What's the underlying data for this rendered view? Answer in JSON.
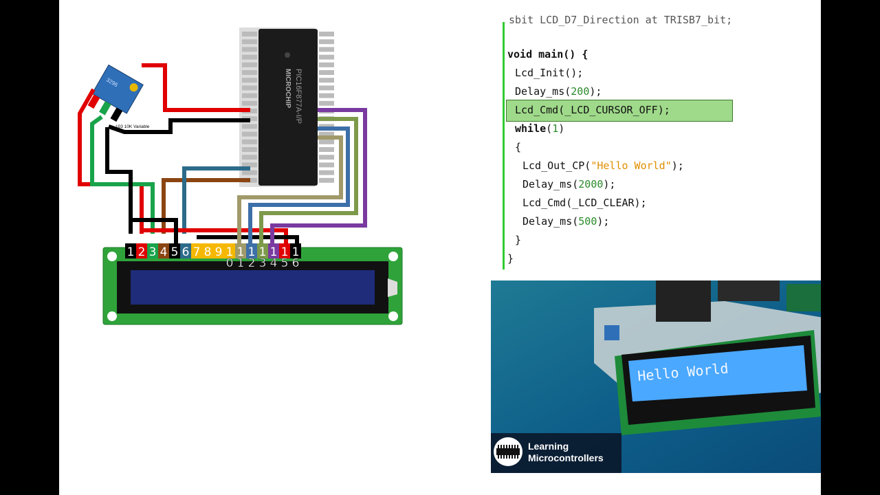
{
  "code_panel": {
    "prev_line": "sbit LCD_D7_Direction at TRISB7_bit;",
    "lines": [
      {
        "indent": 0,
        "parts": [
          {
            "t": "void main() {",
            "c": "kw_main"
          }
        ]
      },
      {
        "indent": 1,
        "parts": [
          {
            "t": "Lcd_Init();",
            "c": ""
          }
        ]
      },
      {
        "indent": 1,
        "parts": [
          {
            "t": "Delay_ms(",
            "c": ""
          },
          {
            "t": "200",
            "c": "num"
          },
          {
            "t": ");",
            "c": ""
          }
        ]
      },
      {
        "indent": 1,
        "parts": [
          {
            "t": "Lcd_Cmd(_LCD_CURSOR_OFF);",
            "c": ""
          }
        ]
      },
      {
        "indent": 1,
        "parts": [
          {
            "t": "while",
            "c": "kw"
          },
          {
            "t": "(",
            "c": ""
          },
          {
            "t": "1",
            "c": "num"
          },
          {
            "t": ")",
            "c": ""
          }
        ]
      },
      {
        "indent": 1,
        "parts": [
          {
            "t": "{",
            "c": ""
          }
        ]
      },
      {
        "indent": 2,
        "parts": [
          {
            "t": "Lcd_Out_CP(",
            "c": ""
          },
          {
            "t": "\"Hello World\"",
            "c": "str"
          },
          {
            "t": ");",
            "c": ""
          }
        ]
      },
      {
        "indent": 2,
        "parts": [
          {
            "t": "Delay_ms(",
            "c": ""
          },
          {
            "t": "2000",
            "c": "num"
          },
          {
            "t": ");",
            "c": ""
          }
        ]
      },
      {
        "indent": 2,
        "parts": [
          {
            "t": "Lcd_Cmd(_LCD_CLEAR);",
            "c": ""
          }
        ]
      },
      {
        "indent": 2,
        "parts": [
          {
            "t": "Delay_ms(",
            "c": ""
          },
          {
            "t": "500",
            "c": "num"
          },
          {
            "t": ");",
            "c": ""
          }
        ]
      },
      {
        "indent": 1,
        "parts": [
          {
            "t": "}",
            "c": ""
          }
        ]
      },
      {
        "indent": 0,
        "parts": [
          {
            "t": "}",
            "c": ""
          }
        ]
      }
    ],
    "highlight_line": 3
  },
  "diagram": {
    "chip_label": "PIC16F877A-I/P",
    "chip_brand": "MICROCHIP",
    "pot_label": "103 10K Variable",
    "pot_body_label": "3296",
    "lcd_pins": [
      "1",
      "2",
      "3",
      "4",
      "5",
      "6",
      "7",
      "8",
      "9",
      "1",
      "1",
      "1",
      "1",
      "1",
      "1",
      "1"
    ],
    "lcd_pins_second_row": [
      "0",
      "1",
      "2",
      "3",
      "4",
      "5",
      "6"
    ],
    "pin_colors": [
      "#000000",
      "#e00000",
      "#19a34a",
      "#8b4513",
      "#000000",
      "#2d6b8a",
      "#f5b800",
      "#f5b800",
      "#f5b800",
      "#f5b800",
      "#a09a6a",
      "#3d6fa8",
      "#7d9a4a",
      "#7a3aa0",
      "#e00000",
      "#000000"
    ]
  },
  "photo": {
    "lcd_text": "Hello World",
    "brand_line1": "Learning",
    "brand_line2": "Microcontrollers"
  },
  "colors": {
    "highlight": "#9fd98a",
    "number": "#2a8a2a",
    "string": "#e08e00",
    "lcd_screen": "#1e2c7a",
    "lcd_backlight": "#4aa8ff",
    "pcb": "#2fa33a"
  }
}
